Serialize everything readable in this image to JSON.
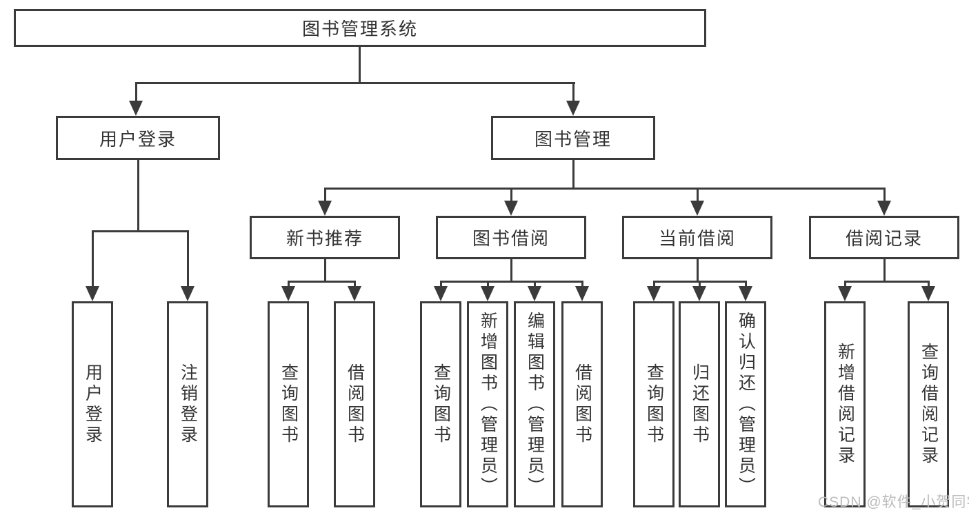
{
  "diagram": {
    "title": "图书管理系统",
    "root": {
      "label": "图书管理系统"
    },
    "user_branch": {
      "label": "用户登录",
      "leaves": [
        "用户登录",
        "注销登录"
      ]
    },
    "management_branch": {
      "label": "图书管理",
      "groups": [
        {
          "label": "新书推荐",
          "leaves": [
            "查询图书",
            "借阅图书"
          ]
        },
        {
          "label": "图书借阅",
          "leaves": [
            "查询图书",
            "新增图书（管理员）",
            "编辑图书（管理员）",
            "借阅图书"
          ]
        },
        {
          "label": "当前借阅",
          "leaves": [
            "查询图书",
            "归还图书",
            "确认归还（管理员）"
          ]
        },
        {
          "label": "借阅记录",
          "leaves": [
            "新增借阅记录",
            "查询借阅记录"
          ]
        }
      ]
    }
  },
  "watermark": {
    "text": "CSDN @软件_小贺同学",
    "color": "#bcbcbc"
  },
  "colors": {
    "line": "#3b3b3b",
    "text": "#333333",
    "background": "#ffffff"
  }
}
